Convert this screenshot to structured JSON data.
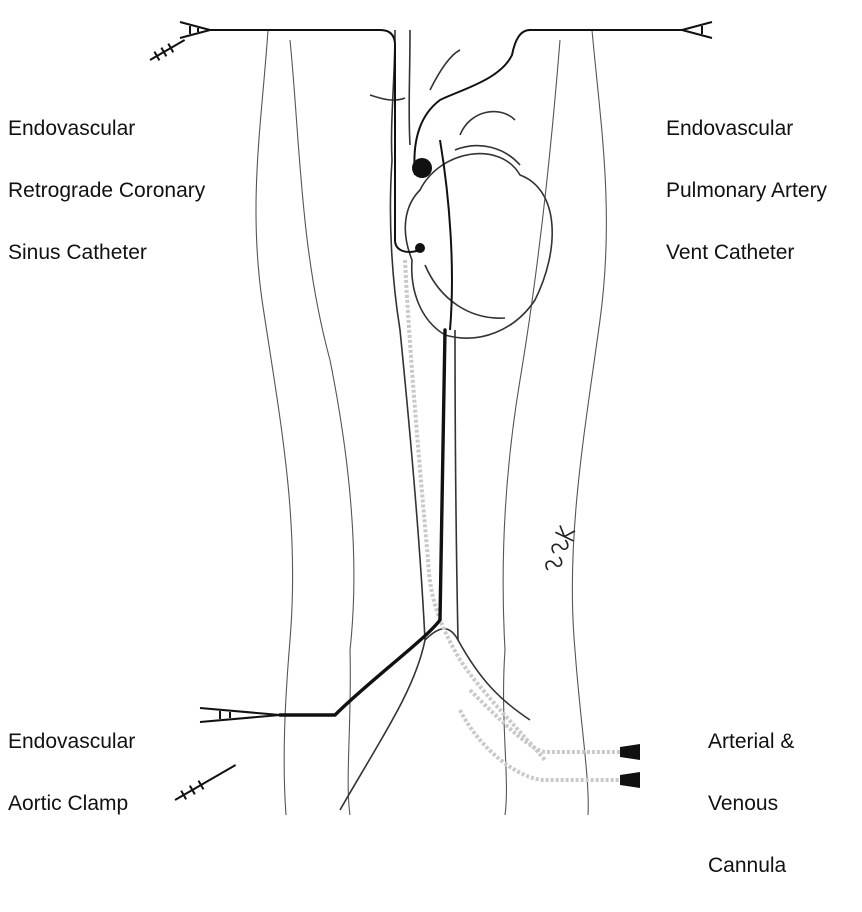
{
  "labels": {
    "retrograde_coronary_sinus": [
      "Endovascular",
      "Retrograde Coronary",
      "Sinus Catheter"
    ],
    "pulmonary_artery_vent": [
      "Endovascular",
      "Pulmonary Artery",
      "Vent Catheter"
    ],
    "aortic_clamp": [
      "Endovascular",
      "Aortic Clamp"
    ],
    "arterial_venous_cannula": [
      "Arterial &",
      "Venous",
      "Cannula"
    ]
  },
  "signature": "SSK",
  "colors": {
    "catheter": "#111111",
    "outline": "#555555",
    "venous": "#c9c9c9"
  }
}
